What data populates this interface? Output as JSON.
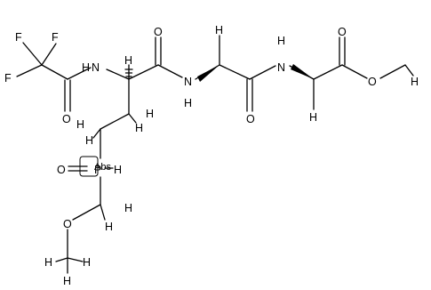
{
  "molecule": {
    "atoms": {
      "f1": "F",
      "f2": "F",
      "f3": "F",
      "nh_tfa": "N",
      "nh_tfa_h": "H",
      "o_tfa": "O",
      "h_alpha1": "H",
      "o_amide1": "O",
      "nh_ala": "N",
      "nh_ala_h": "H",
      "h_alpha2": "H",
      "o_amide2": "O",
      "nh_ala2": "N",
      "nh_ala2_h": "H",
      "h_alpha3": "H",
      "o_ester_carbonyl": "O",
      "o_ester": "O",
      "h_methyl_ester": "H",
      "h_ch2_a": "H",
      "h_ch2_b": "H",
      "h_ch2_c": "H",
      "h_ch2_d": "H",
      "o_phosphoryl": "O",
      "p_atom": "P",
      "p_h": "H",
      "h_pch2_a": "H",
      "h_pch2_b": "H",
      "o_methoxy": "O",
      "h_methoxy_a": "H",
      "h_methoxy_b": "H",
      "h_methoxy_c": "H"
    },
    "abs_label": "Abs"
  },
  "colors": {
    "ink": "#000000",
    "background": "#ffffff"
  }
}
